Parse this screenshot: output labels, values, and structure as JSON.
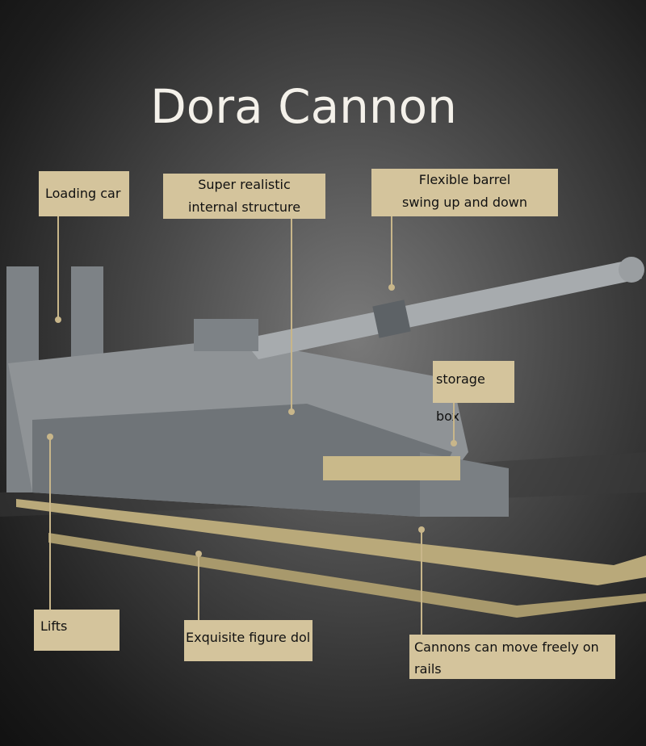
{
  "title": "Dora Cannon",
  "labels": {
    "loading_car": "Loading car",
    "internal_1": "Super realistic",
    "internal_2": "internal structure",
    "barrel_1": "Flexible barrel",
    "barrel_2": "swing up and down",
    "storage": "storage box",
    "lifts": "Lifts",
    "figure": "Exquisite figure dol",
    "rails": "Cannons can move freely on rails"
  },
  "colors": {
    "label_bg": "#d4c49c",
    "rail": "#b9a97a",
    "model": "#8f9396"
  }
}
